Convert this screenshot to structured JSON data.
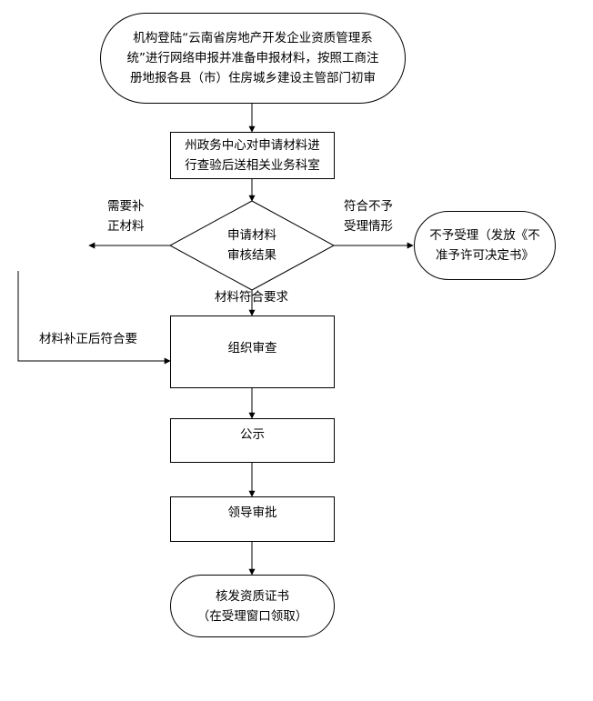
{
  "colors": {
    "line": "#000000",
    "background": "#ffffff",
    "text": "#000000"
  },
  "nodes": {
    "start": "机构登陆“云南省房地产开发企业资质管理系\n统”进行网络申报并准备申报材料，按照工商注\n册地报各县（市）住房城乡建设主管部门初审",
    "prefecture_check": "州政务中心对申请材料进\n行查验后送相关业务科室",
    "review_result": "申请材料\n审核结果",
    "reject": "不予受理（发放《不\n准予许可决定书》",
    "organize_review": "组织审查",
    "publicity": "公示",
    "leader_approval": "领导审批",
    "issue_certificate": "核发资质证书",
    "issue_certificate_note": "（在受理窗口领取）"
  },
  "edge_labels": {
    "need_supplement": "需要补\n正材料",
    "not_accepted": "符合不予\n受理情形",
    "materials_ok": "材料符合要求",
    "supplement_ok": "材料补正后符合要"
  }
}
